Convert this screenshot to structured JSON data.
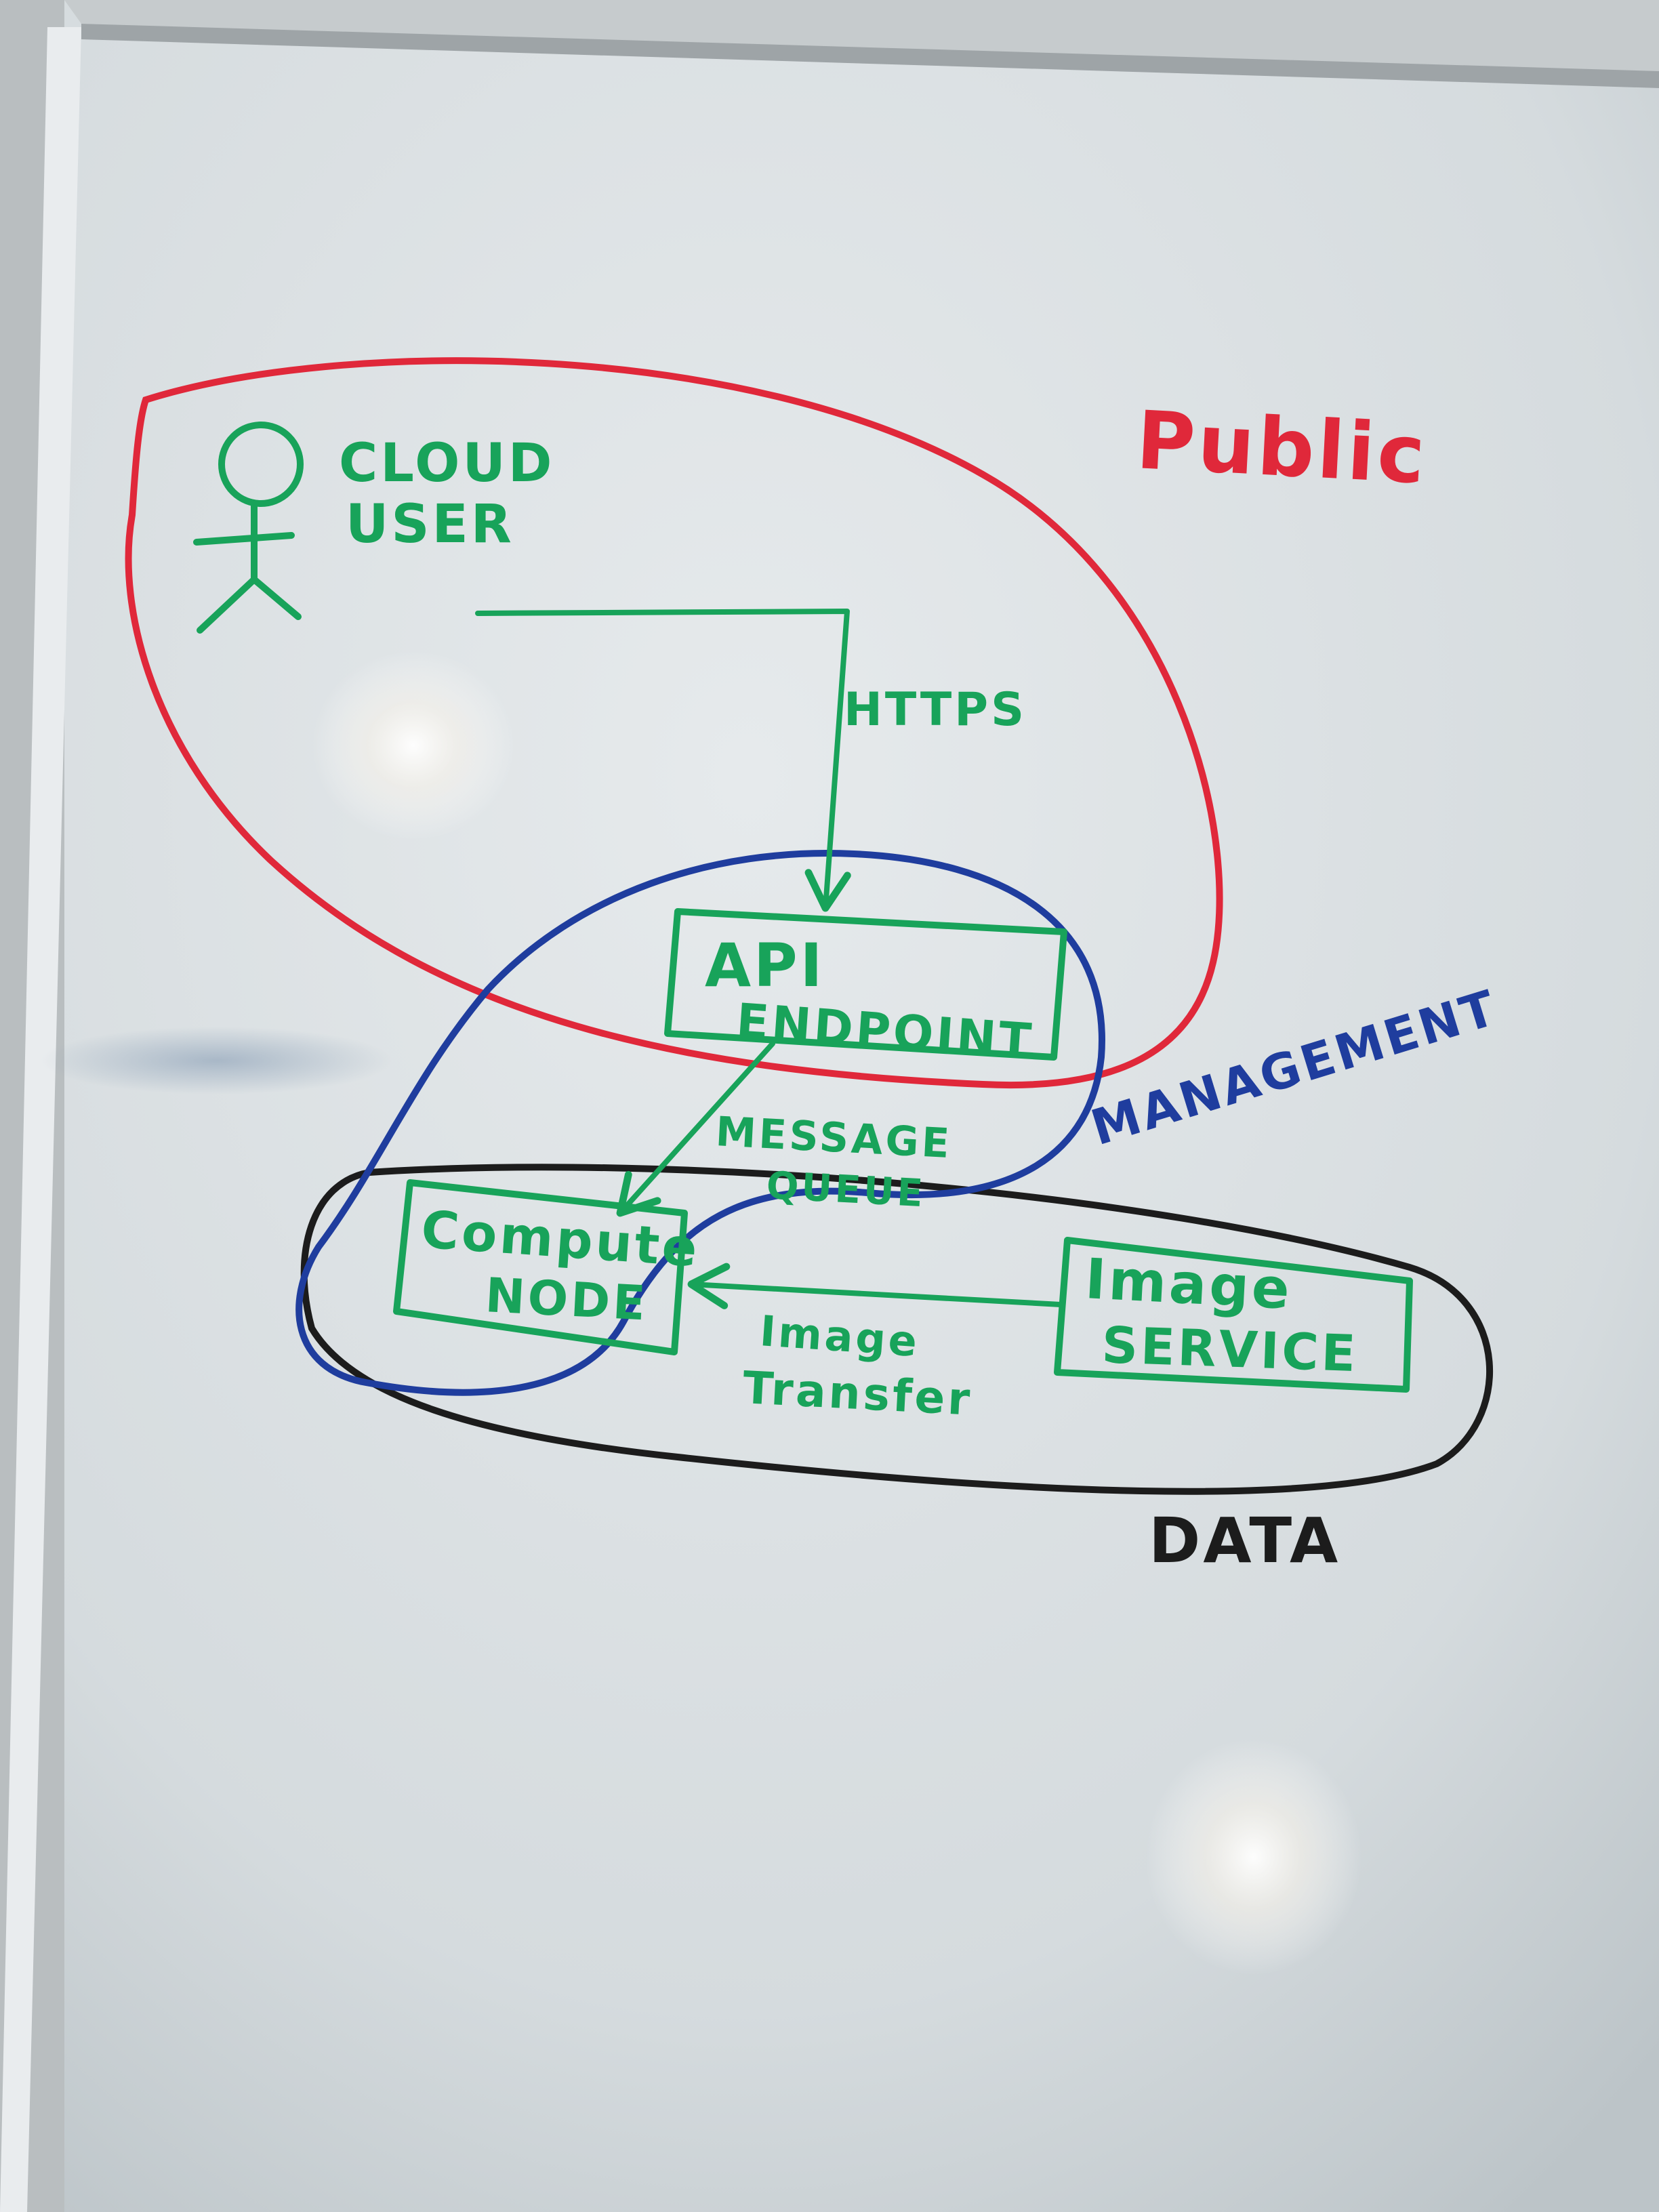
{
  "zones": {
    "public": {
      "label": "Public",
      "color": "#e0283a"
    },
    "management": {
      "label": "MANAGEMENT",
      "color": "#1f3d9e"
    },
    "data": {
      "label": "DATA",
      "color": "#1c1c1c"
    }
  },
  "nodes": {
    "cloud_user": {
      "line1": "CLOUD",
      "line2": "USER",
      "icon": "stick-figure-icon"
    },
    "api_endpoint": {
      "line1": "API",
      "line2": "ENDPOINT"
    },
    "compute_node": {
      "line1": "Compute",
      "line2": "NODE"
    },
    "image_service": {
      "line1": "Image",
      "line2": "SERVICE"
    }
  },
  "edges": {
    "https": {
      "label": "HTTPS"
    },
    "message_queue": {
      "line1": "MESSAGE",
      "line2": "QUEUE"
    },
    "image_transfer": {
      "line1": "Image",
      "line2": "Transfer"
    }
  },
  "colors": {
    "component_ink": "#18a35a",
    "board": "#dde3e6"
  }
}
